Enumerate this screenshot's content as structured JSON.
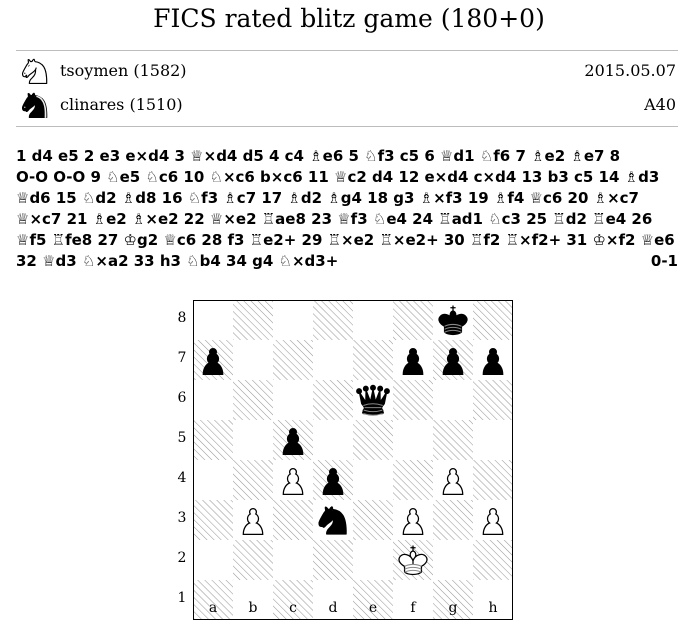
{
  "title": "FICS rated blitz game (180+0)",
  "white_player": {
    "name": "tsoymen (1582)",
    "icon": "white-knight-icon"
  },
  "black_player": {
    "name": "clinares (1510)",
    "icon": "black-knight-icon"
  },
  "date": "2015.05.07",
  "eco": "A40",
  "moves_lines": [
    "1 d4 e5 2 e3 e×d4 3 ♕×d4 d5 4 c4 ♗e6 5 ♘f3 c5 6 ♕d1 ♘f6 7 ♗e2 ♗e7 8",
    "O-O O-O 9 ♘e5 ♘c6 10 ♘×c6 b×c6 11 ♕c2 d4 12 e×d4 c×d4 13 b3 c5 14 ♗d3",
    "♕d6 15 ♘d2 ♗d8 16 ♘f3 ♗c7 17 ♗d2 ♗g4 18 g3 ♗×f3 19 ♗f4 ♕c6 20 ♗×c7",
    "♕×c7 21 ♗e2 ♗×e2 22 ♕×e2 ♖ae8 23 ♕f3 ♘e4 24 ♖ad1 ♘c3 25 ♖d2 ♖e4 26",
    "♕f5 ♖fe8 27 ♔g2 ♕c6 28 f3 ♖e2+ 29 ♖×e2 ♖×e2+ 30 ♖f2 ♖×f2+ 31 ♔×f2 ♕e6",
    "32 ♕d3 ♘×a2 33 h3 ♘b4 34 g4 ♘×d3+"
  ],
  "result": "0-1",
  "board": {
    "files": [
      "a",
      "b",
      "c",
      "d",
      "e",
      "f",
      "g",
      "h"
    ],
    "ranks": [
      "8",
      "7",
      "6",
      "5",
      "4",
      "3",
      "2",
      "1"
    ],
    "pieces": [
      {
        "square": "g8",
        "piece": "king",
        "color": "black"
      },
      {
        "square": "a7",
        "piece": "pawn",
        "color": "black"
      },
      {
        "square": "f7",
        "piece": "pawn",
        "color": "black"
      },
      {
        "square": "g7",
        "piece": "pawn",
        "color": "black"
      },
      {
        "square": "h7",
        "piece": "pawn",
        "color": "black"
      },
      {
        "square": "e6",
        "piece": "queen",
        "color": "black"
      },
      {
        "square": "c5",
        "piece": "pawn",
        "color": "black"
      },
      {
        "square": "c4",
        "piece": "pawn",
        "color": "white"
      },
      {
        "square": "d4",
        "piece": "pawn",
        "color": "black"
      },
      {
        "square": "g4",
        "piece": "pawn",
        "color": "white"
      },
      {
        "square": "b3",
        "piece": "pawn",
        "color": "white"
      },
      {
        "square": "d3",
        "piece": "knight",
        "color": "black"
      },
      {
        "square": "f3",
        "piece": "pawn",
        "color": "white"
      },
      {
        "square": "h3",
        "piece": "pawn",
        "color": "white"
      },
      {
        "square": "f2",
        "piece": "king",
        "color": "white"
      }
    ]
  }
}
